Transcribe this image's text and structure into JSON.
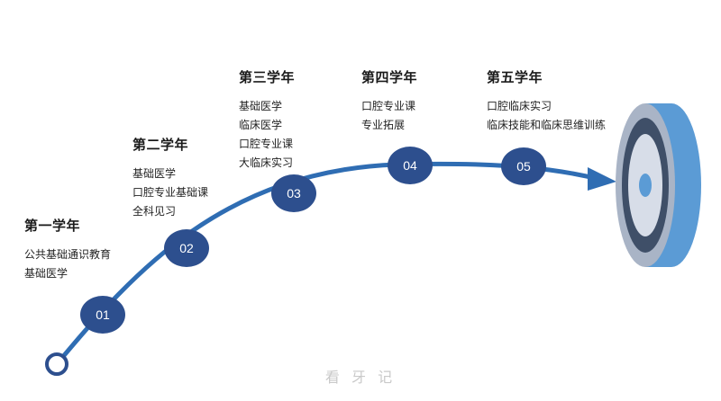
{
  "years": [
    {
      "title": "第一学年",
      "courses": [
        "公共基础通识教育",
        "基础医学"
      ]
    },
    {
      "title": "第二学年",
      "courses": [
        "基础医学",
        "口腔专业基础课",
        "全科见习"
      ]
    },
    {
      "title": "第三学年",
      "courses": [
        "基础医学",
        "临床医学",
        "口腔专业课",
        "大临床实习"
      ]
    },
    {
      "title": "第四学年",
      "courses": [
        "口腔专业课",
        "专业拓展"
      ]
    },
    {
      "title": "第五学年",
      "courses": [
        "口腔临床实习",
        "临床技能和临床思维训练"
      ]
    }
  ],
  "nodes": [
    "01",
    "02",
    "03",
    "04",
    "05"
  ],
  "watermark": "看 牙 记",
  "colors": {
    "path": "#2f6db3",
    "node": "#2d4f8e",
    "target_side": "#5b9bd5",
    "target_outer": "#a9b4c6",
    "target_ring": "#3f4f68",
    "target_inner": "#d7dde8",
    "target_center": "#5b9bd5"
  }
}
